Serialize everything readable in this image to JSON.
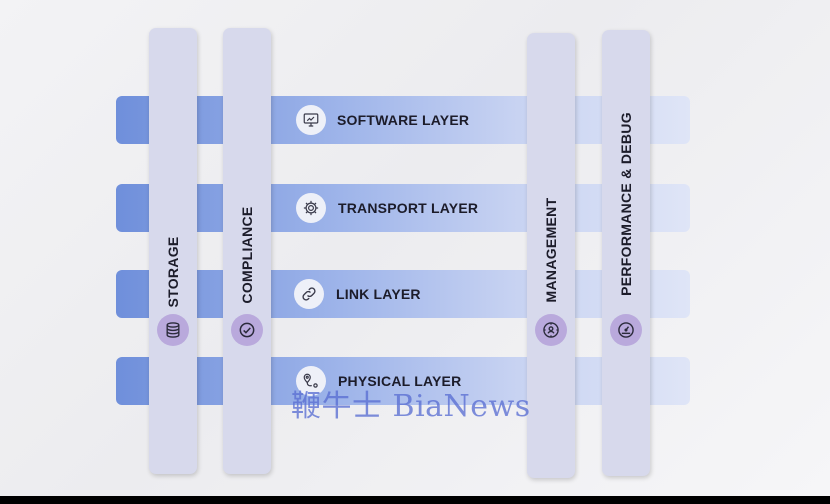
{
  "layers": [
    {
      "label": "SOFTWARE LAYER",
      "icon": "monitor-icon"
    },
    {
      "label": "TRANSPORT LAYER",
      "icon": "gear-icon"
    },
    {
      "label": "LINK LAYER",
      "icon": "link-icon"
    },
    {
      "label": "PHYSICAL LAYER",
      "icon": "location-route-icon"
    }
  ],
  "pillars": [
    {
      "label": "STORAGE",
      "icon": "database-icon"
    },
    {
      "label": "COMPLIANCE",
      "icon": "check-circle-icon"
    },
    {
      "label": "MANAGEMENT",
      "icon": "settings-user-icon"
    },
    {
      "label": "PERFORMANCE & DEBUG",
      "icon": "gauge-icon"
    }
  ],
  "watermark": "鞭牛士 BiaNews",
  "colors": {
    "layer_gradient_start": "#6f8fdb",
    "layer_gradient_end": "#dfe5f7",
    "pillar": "#d7d9ec",
    "pillar_icon_bg": "#b9a9dc",
    "text": "#1c1c2a"
  }
}
